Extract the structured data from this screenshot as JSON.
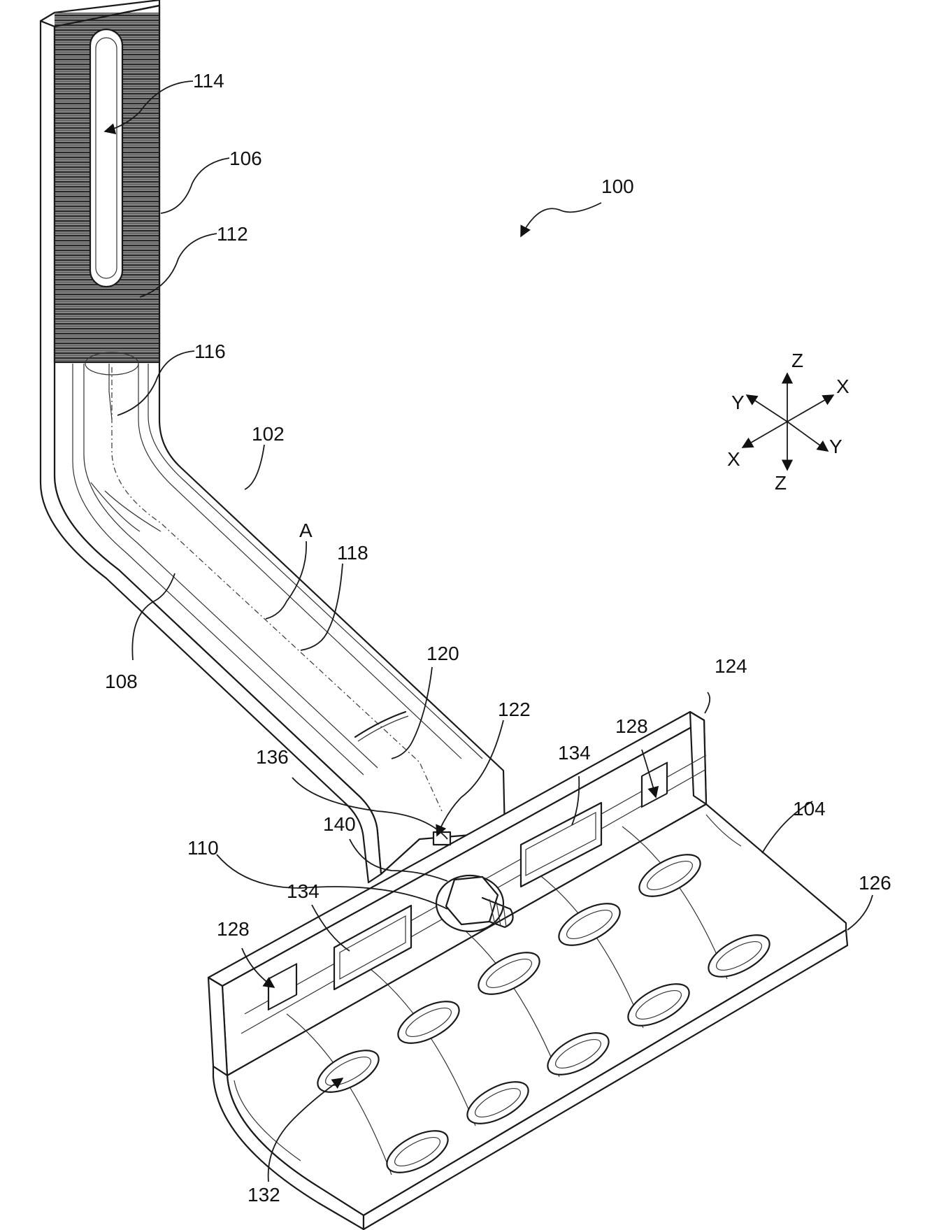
{
  "figure": {
    "labels": {
      "l100": "100",
      "l102": "102",
      "l104": "104",
      "l106": "106",
      "l108": "108",
      "l110": "110",
      "l112": "112",
      "l114": "114",
      "l116": "116",
      "l118": "118",
      "l120": "120",
      "l122": "122",
      "l124": "124",
      "l126": "126",
      "l128a": "128",
      "l128b": "128",
      "l132": "132",
      "l134a": "134",
      "l134b": "134",
      "l136": "136",
      "l140": "140",
      "axisA": "A"
    },
    "axes": {
      "z_top": "Z",
      "z_bottom": "Z",
      "x_right": "X",
      "x_left": "X",
      "y_left": "Y",
      "y_right": "Y"
    }
  }
}
